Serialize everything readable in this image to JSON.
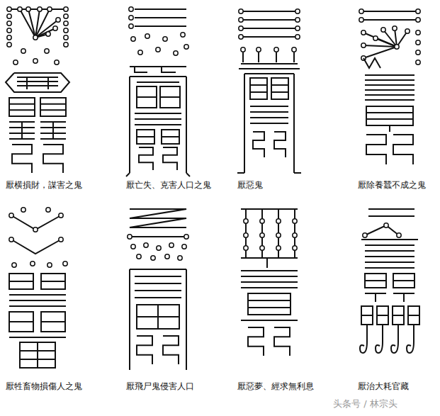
{
  "diagram": {
    "labels": [
      "厭横損財，謀害之鬼",
      "厭亡失、克害人口之鬼",
      "厭惡鬼",
      "厭除養蠶不成之鬼",
      "厭牲畜物損傷人之鬼",
      "厭飛尸鬼侵害人口",
      "厭惡夢、經求無利息",
      "厭治大耗官藏",
      "头条号 / 林宗头"
    ]
  }
}
